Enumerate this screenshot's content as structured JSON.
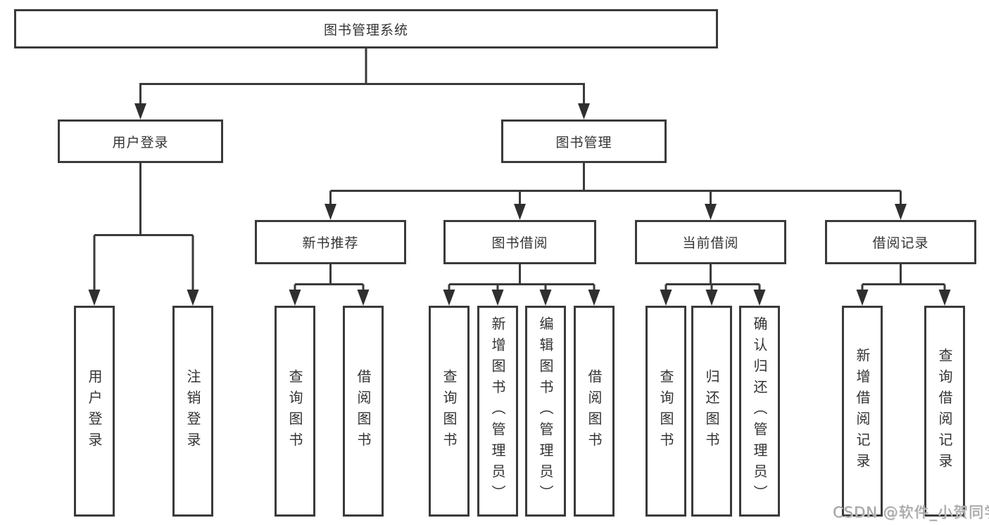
{
  "diagram": {
    "root": {
      "label": "图书管理系统"
    },
    "level2": [
      {
        "label": "用户登录"
      },
      {
        "label": "图书管理"
      }
    ],
    "level3": [
      {
        "label": "新书推荐"
      },
      {
        "label": "图书借阅"
      },
      {
        "label": "当前借阅"
      },
      {
        "label": "借阅记录"
      }
    ],
    "leaves": {
      "user_login": [
        {
          "label": "用户登录"
        },
        {
          "label": "注销登录"
        }
      ],
      "new_books": [
        {
          "label": "查询图书"
        },
        {
          "label": "借阅图书"
        }
      ],
      "book_borrow": [
        {
          "label": "查询图书"
        },
        {
          "label": "新增图书（管理员）"
        },
        {
          "label": "编辑图书（管理员）"
        },
        {
          "label": "借阅图书"
        }
      ],
      "current_borrow": [
        {
          "label": "查询图书"
        },
        {
          "label": "归还图书"
        },
        {
          "label": "确认归还（管理员）"
        }
      ],
      "borrow_records": [
        {
          "label": "新增借阅记录"
        },
        {
          "label": "查询借阅记录"
        }
      ]
    }
  },
  "watermark": {
    "text": "CSDN @软件_小贺同学"
  },
  "colors": {
    "line": "#3a3a3a",
    "text": "#333333",
    "background": "#ffffff",
    "watermark": "#a3a3a3"
  }
}
